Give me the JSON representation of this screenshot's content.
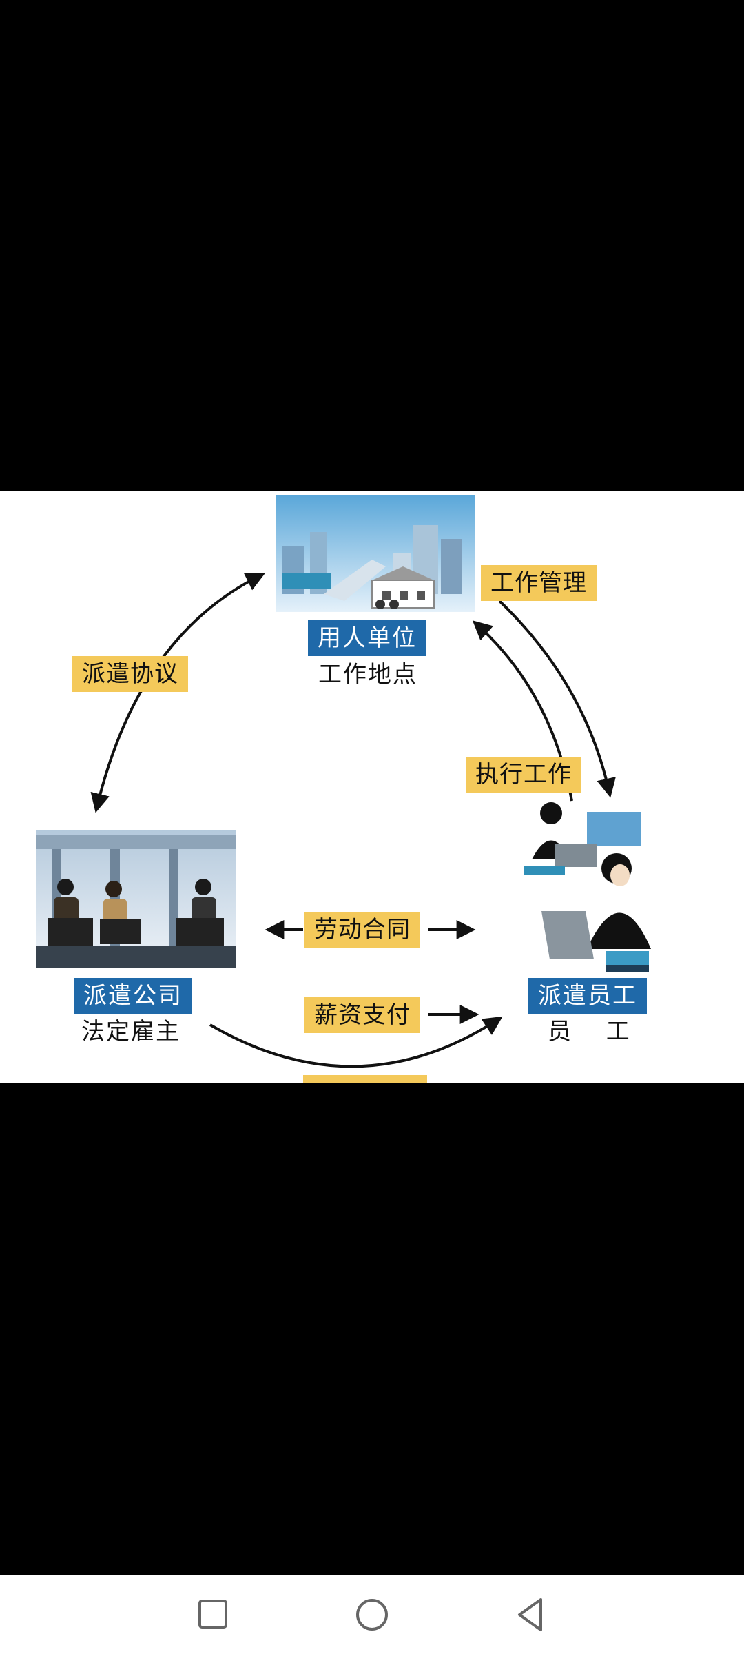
{
  "diagram": {
    "nodes": {
      "employer": {
        "title": "用人单位",
        "subtitle": "工作地点"
      },
      "agency": {
        "title": "派遣公司",
        "subtitle": "法定雇主"
      },
      "worker": {
        "title": "派遣员工",
        "subtitle": "员　 工"
      }
    },
    "relations": {
      "dispatch_agreement": "派遣协议",
      "work_management": "工作管理",
      "perform_work": "执行工作",
      "labor_contract": "劳动合同",
      "salary_payment": "薪资支付"
    }
  },
  "navigation": {
    "recents_icon": "square-icon",
    "home_icon": "circle-icon",
    "back_icon": "triangle-left-icon"
  },
  "colors": {
    "label_blue": "#1f69a9",
    "tag_yellow": "#f4c95a",
    "background": "#000000"
  }
}
